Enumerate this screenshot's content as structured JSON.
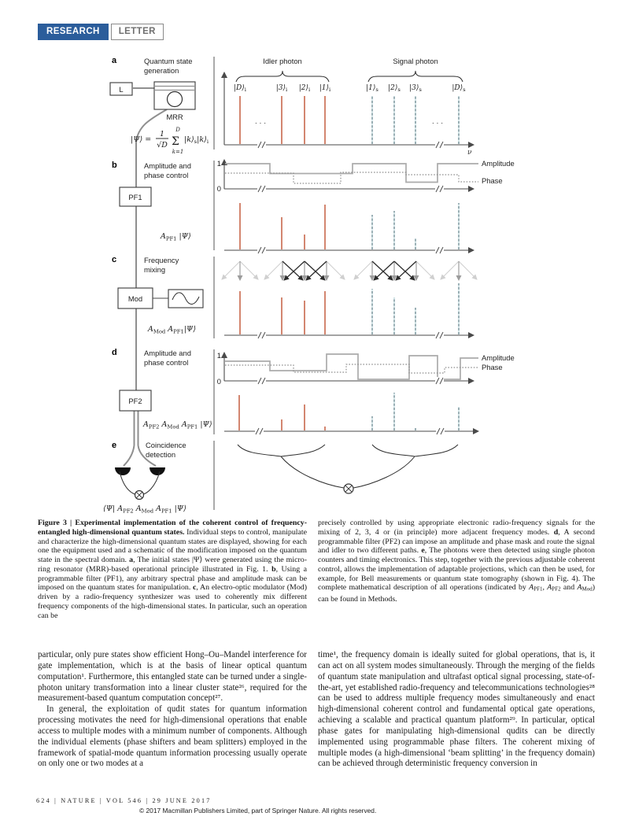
{
  "header": {
    "research_label": "RESEARCH",
    "letter_label": "LETTER"
  },
  "figure": {
    "panels": {
      "a": {
        "letter": "a",
        "line1": "Quantum state",
        "line2": "generation",
        "laser_label": "L",
        "mrr_label": "MRR",
        "state_pre": "|Ψ⟩ = ",
        "frac_num": "1",
        "frac_den": "√D",
        "sigma": "Σ",
        "sigma_sup": "D",
        "sigma_sub": "k=1",
        "ket_k1": "|k⟩",
        "ket_k1_sub": "s",
        "ket_k2": "|k⟩",
        "ket_k2_sub": "i",
        "idler_title": "Idler photon",
        "signal_title": "Signal photon",
        "idler_states": [
          {
            "m": "|D⟩",
            "s": "i"
          },
          {
            "m": "|3⟩",
            "s": "i"
          },
          {
            "m": "|2⟩",
            "s": "i"
          },
          {
            "m": "|1⟩",
            "s": "i"
          }
        ],
        "signal_states": [
          {
            "m": "|1⟩",
            "s": "s"
          },
          {
            "m": "|2⟩",
            "s": "s"
          },
          {
            "m": "|3⟩",
            "s": "s"
          },
          {
            "m": "|D⟩",
            "s": "s"
          }
        ],
        "dots": "· · ·",
        "freq_axis": "ν"
      },
      "b": {
        "letter": "b",
        "line1": "Amplitude and",
        "line2": "phase control",
        "device": "PF1",
        "one": "1",
        "zero": "0",
        "legend_amplitude": "Amplitude",
        "legend_phase": "Phase",
        "formula": [
          {
            "t": "A"
          },
          {
            "t": "PF1"
          },
          {
            "t": " |Ψ⟩"
          }
        ]
      },
      "c": {
        "letter": "c",
        "line1": "Frequency",
        "line2": "mixing",
        "device": "Mod",
        "formula": [
          {
            "t": "A"
          },
          {
            "t": "Mod"
          },
          {
            "t": " A"
          },
          {
            "t": "PF1"
          },
          {
            "t": "|Ψ⟩"
          }
        ]
      },
      "d": {
        "letter": "d",
        "line1": "Amplitude and",
        "line2": "phase control",
        "device": "PF2",
        "one": "1",
        "zero": "0",
        "legend_amplitude": "Amplitude",
        "legend_phase": "Phase",
        "formula": [
          {
            "t": "A"
          },
          {
            "t": "PF2"
          },
          {
            "t": " A"
          },
          {
            "t": "Mod"
          },
          {
            "t": " A"
          },
          {
            "t": "PF1"
          },
          {
            "t": " |Ψ⟩"
          }
        ]
      },
      "e": {
        "letter": "e",
        "line1": "Coincidence",
        "line2": "detection",
        "formula": [
          {
            "t": "⟨Ψ| A"
          },
          {
            "t": "PF2"
          },
          {
            "t": " A"
          },
          {
            "t": "Mod"
          },
          {
            "t": " A"
          },
          {
            "t": "PF1"
          },
          {
            "t": " |Ψ⟩"
          }
        ]
      }
    },
    "colors": {
      "idler_line": "#c8684c",
      "signal_line": "#7e959c",
      "amplitude_line": "#ababab",
      "phase_line": "#8f8f8f"
    }
  },
  "caption": {
    "left": [
      {
        "t": "Figure 3 | Experimental implementation of the coherent control of frequency-entangled high-dimensional quantum states.",
        "c": "b"
      },
      {
        "t": " Individual steps to control, manipulate and characterize the high-dimensional quantum states are displayed, showing for each one the equipment used and a schematic of the modification imposed on the quantum state in the spectral domain. ",
        "c": ""
      },
      {
        "t": "a",
        "c": "b"
      },
      {
        "t": ", The initial states |Ψ⟩ were generated using the micro-ring resonator (MRR)-based operational principle illustrated in Fig. 1. ",
        "c": ""
      },
      {
        "t": "b",
        "c": "b"
      },
      {
        "t": ", Using a programmable filter (PF1), any arbitrary spectral phase and amplitude mask can be imposed on the quantum states for manipulation. ",
        "c": ""
      },
      {
        "t": "c",
        "c": "b"
      },
      {
        "t": ", An electro-optic modulator (Mod) driven by a radio-frequency synthesizer was used to coherently mix different frequency components of the high-dimensional states. In particular, such an operation can be",
        "c": ""
      }
    ],
    "right": [
      {
        "t": "precisely controlled by using appropriate electronic radio-frequency signals for the mixing of 2, 3, 4 or (in principle) more adjacent frequency modes. ",
        "c": ""
      },
      {
        "t": "d",
        "c": "b"
      },
      {
        "t": ", A second programmable filter (PF2) can impose an amplitude and phase mask and route the signal and idler to two different paths. ",
        "c": ""
      },
      {
        "t": "e",
        "c": "b"
      },
      {
        "t": ", The photons were then detected using single photon counters and timing electronics. This step, together with the previous adjustable coherent control, allows the implementation of adaptable projections, which can then be used, for example, for Bell measurements or quantum state tomography (shown in Fig. 4). The complete mathematical description of all operations (indicated by ",
        "c": ""
      },
      {
        "t": "A",
        "c": "i"
      },
      {
        "t": "PF1",
        "c": "sub"
      },
      {
        "t": ", ",
        "c": ""
      },
      {
        "t": "A",
        "c": "i"
      },
      {
        "t": "PF2",
        "c": "sub"
      },
      {
        "t": " and ",
        "c": ""
      },
      {
        "t": "A",
        "c": "i"
      },
      {
        "t": "Mod",
        "c": "sub"
      },
      {
        "t": ") can be found in Methods.",
        "c": ""
      }
    ]
  },
  "body": {
    "p1": "particular, only pure states show efficient Hong–Ou–Mandel interference for gate implementation, which is at the basis of linear optical quantum computation¹. Furthermore, this entangled state can be turned under a single-photon unitary transformation into a linear cluster state²⁶, required for the measurement-based quantum computation concept²⁷.",
    "p2": "In general, the exploitation of qudit states for quantum information processing motivates the need for high-dimensional operations that enable access to multiple modes with a minimum number of components. Although the individual elements (phase shifters and beam splitters) employed in the framework of spatial-mode quantum information processing usually operate on only one or two modes at a",
    "p3": "time¹, the frequency domain is ideally suited for global operations, that is, it can act on all system modes simultaneously. Through the merging of the fields of quantum state manipulation and ultrafast optical signal processing, state-of-the-art, yet established radio-frequency and telecommunications technologies²⁸ can be used to address multiple frequency modes simultaneously and enact high-dimensional coherent control and fundamental optical gate operations, achieving a scalable and practical quantum platform²⁹. In particular, optical phase gates for manipulating high-dimensional qudits can be directly implemented using programmable phase filters. The coherent mixing of multiple modes (a high-dimensional ‘beam splitting’ in the frequency domain) can be achieved through deterministic frequency conversion in"
  },
  "footer": {
    "page_info": "624 | NATURE | VOL 546 | 29 JUNE 2017",
    "copyright": "© 2017 Macmillan Publishers Limited, part of Springer Nature. All rights reserved."
  }
}
